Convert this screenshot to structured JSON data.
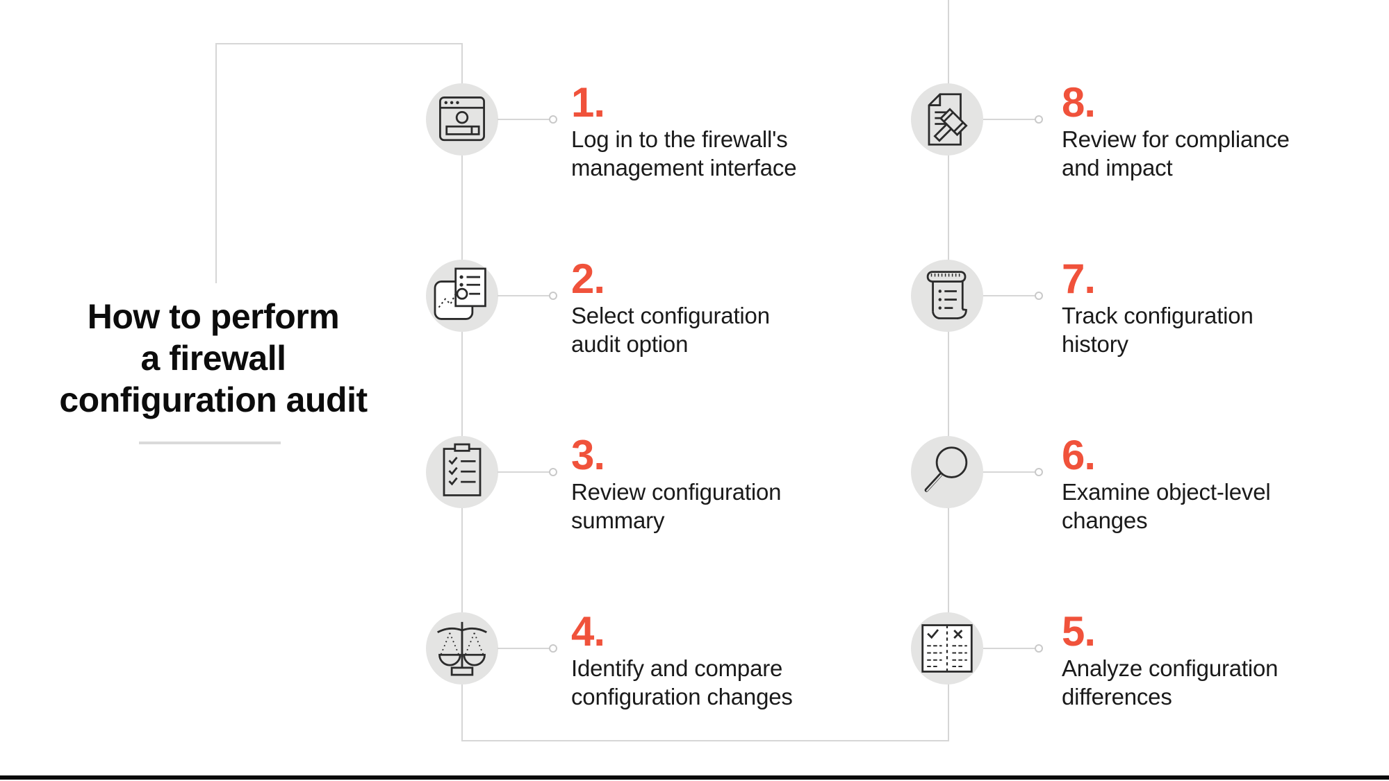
{
  "title": {
    "lines": [
      "How to perform",
      "a firewall",
      "configuration audit"
    ]
  },
  "steps": [
    {
      "number": "1.",
      "lines": [
        "Log in to the firewall's",
        "management interface"
      ],
      "icon": "login-window-icon"
    },
    {
      "number": "2.",
      "lines": [
        "Select configuration",
        "audit option"
      ],
      "icon": "select-option-icon"
    },
    {
      "number": "3.",
      "lines": [
        "Review configuration",
        "summary"
      ],
      "icon": "checklist-icon"
    },
    {
      "number": "4.",
      "lines": [
        "Identify and compare",
        "configuration changes"
      ],
      "icon": "balance-scales-icon"
    },
    {
      "number": "5.",
      "lines": [
        "Analyze configuration",
        "differences"
      ],
      "icon": "compare-columns-icon"
    },
    {
      "number": "6.",
      "lines": [
        "Examine object-level",
        "changes"
      ],
      "icon": "magnifier-icon"
    },
    {
      "number": "7.",
      "lines": [
        "Track configuration",
        "history"
      ],
      "icon": "scroll-icon"
    },
    {
      "number": "8.",
      "lines": [
        "Review for compliance",
        "and impact"
      ],
      "icon": "document-gavel-icon"
    }
  ],
  "colors": {
    "accent": "#F0523B",
    "circle_fill": "#E4E4E3",
    "connector": "#D6D6D6",
    "icon_stroke": "#2B2B2B",
    "text": "#1A1A1A",
    "title_text": "#0C0C0C",
    "footer_bar": "#0A0A0A"
  }
}
